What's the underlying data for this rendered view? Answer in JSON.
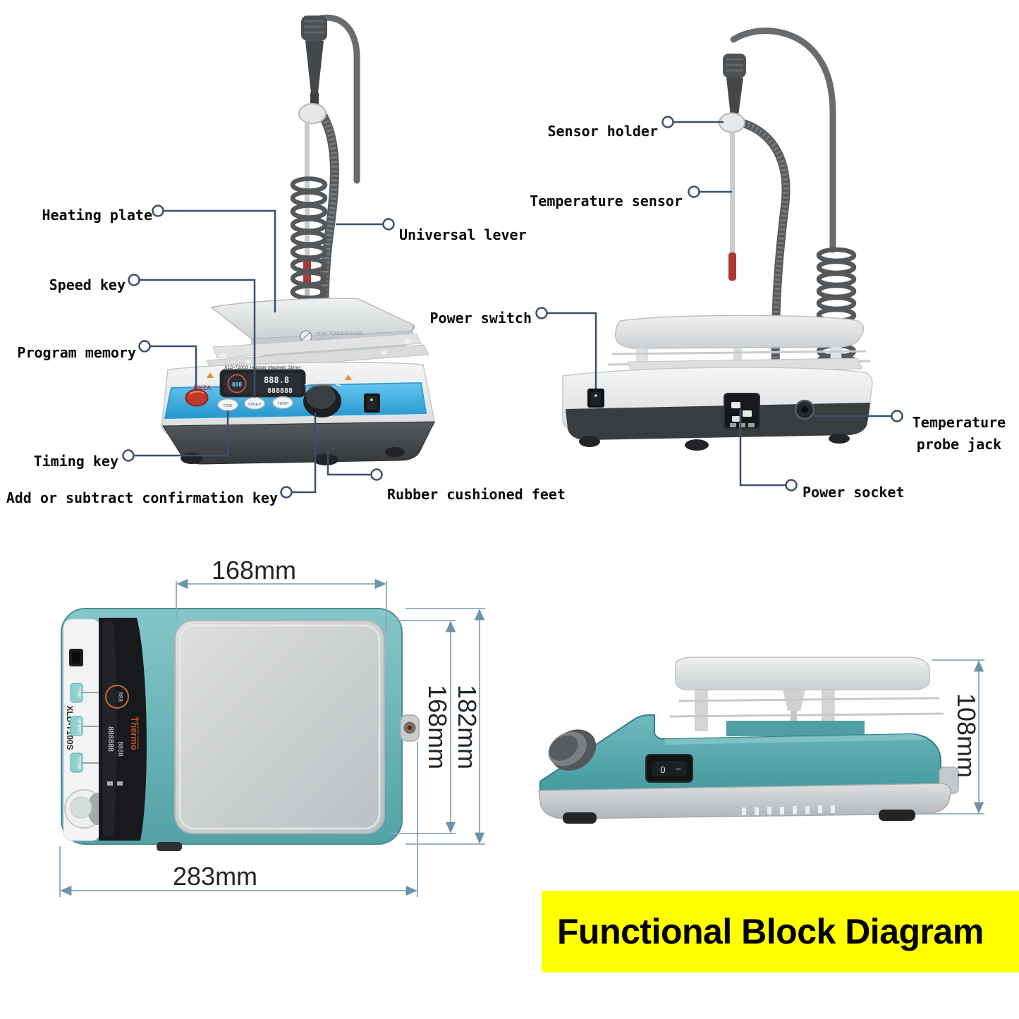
{
  "banner": {
    "title": "Functional Block Diagram",
    "bg_color": "#ffff00",
    "text_color": "#000000"
  },
  "labels": {
    "heating_plate": "Heating plate",
    "speed_key": "Speed key",
    "program_memory": "Program memory",
    "timing_key": "Timing key",
    "add_subtract_key": "Add or subtract confirmation key",
    "universal_lever": "Universal lever",
    "power_switch": "Power switch",
    "rubber_feet": "Rubber cushioned feet",
    "sensor_holder": "Sensor holder",
    "temperature_sensor": "Temperature sensor",
    "temperature_probe_jack_line1": "Temperature",
    "temperature_probe_jack_line2": "probe jack",
    "power_socket": "Power socket"
  },
  "dimensions": {
    "plate_width": "168mm",
    "plate_depth": "168mm",
    "body_depth": "182mm",
    "body_width": "283mm",
    "side_height": "108mm"
  },
  "front_panel": {
    "title": "XLD-T100S Hotplate Magnetic Stirrer",
    "brand": "HKZA",
    "button_time": "TIME",
    "button_speed": "SPEED",
    "button_temp": "TEMP",
    "gauge_digits": "888",
    "display_row1": "888.8",
    "display_row2": "888888",
    "warning_line1": "HIGH TEMPERATURE",
    "warning_line2": "DO NOT TOUCH"
  },
  "top_view": {
    "model": "XLD-T100S",
    "brand": "Thermo",
    "brand_sub": "MAGNETIC STIRRER",
    "button_time": "TIME",
    "button_speed": "SPEED",
    "button_temp": "TEMP",
    "lcd_row1": "888888",
    "lcd_row2": "8888"
  },
  "side_view": {
    "switch_zero": "0",
    "switch_dash": "−"
  },
  "colors": {
    "callout_line": "#3d4e6e",
    "dimension_line": "#8aa8bc",
    "teal_body": "#63b2b5",
    "blue_band": "#3fb0e8",
    "red_button": "#c13528",
    "banner_yellow": "#ffff00"
  }
}
